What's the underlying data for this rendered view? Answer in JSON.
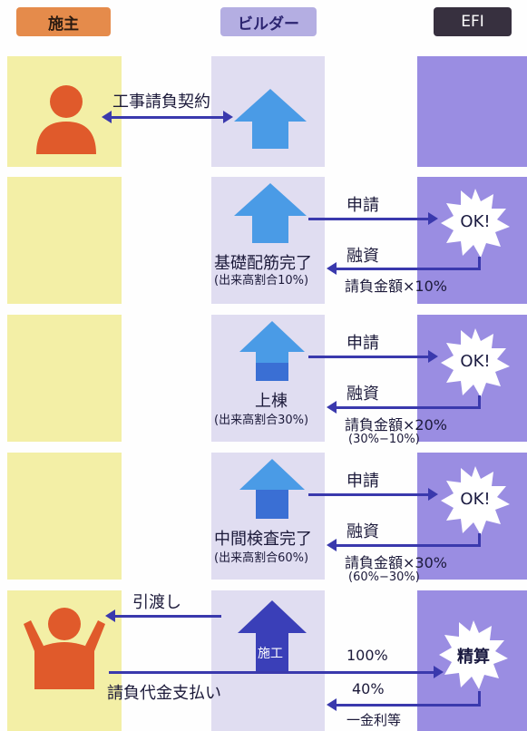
{
  "headers": {
    "owner": "施主",
    "builder": "ビルダー",
    "efi": "EFI"
  },
  "contract": {
    "label": "工事請負契約"
  },
  "steps": [
    {
      "apply": "申請",
      "ok": "OK!",
      "financing": "融資",
      "stage": "基礎配筋完了",
      "progress": "(出来高割合10%)",
      "amount": "請負金額×10%",
      "note": ""
    },
    {
      "apply": "申請",
      "ok": "OK!",
      "financing": "融資",
      "stage": "上棟",
      "progress": "(出来高割合30%)",
      "amount": "請負金額×20%",
      "note": "(30%−10%)"
    },
    {
      "apply": "申請",
      "ok": "OK!",
      "financing": "融資",
      "stage": "中間検査完了",
      "progress": "(出来高割合60%)",
      "amount": "請負金額×30%",
      "note": "(60%−30%)"
    }
  ],
  "final": {
    "handover": "引渡し",
    "construction": "施工",
    "settlement": "精算",
    "pct100": "100%",
    "pct40": "40%",
    "fees": "一金利等",
    "payment": "請負代金支払い"
  },
  "colors": {
    "owner": "#f3efa6",
    "builder": "#e0ddf1",
    "efi": "#9a8de2",
    "arrow": "#3a39ad",
    "person": "#e05a2b"
  }
}
